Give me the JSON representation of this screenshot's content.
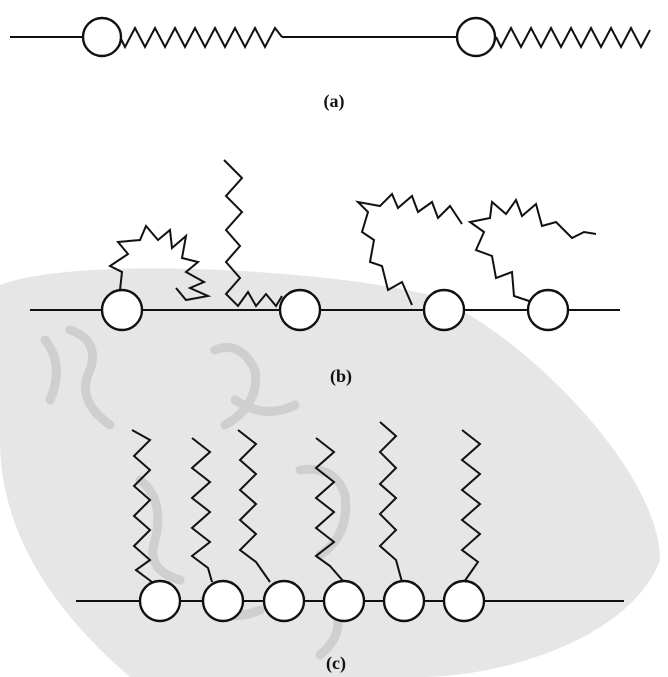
{
  "panels": [
    {
      "id": "a",
      "label": "(a)"
    },
    {
      "id": "b",
      "label": "(b)"
    },
    {
      "id": "c",
      "label": "(c)"
    }
  ],
  "colors": {
    "ink": "#111111",
    "watermark": "#e6e6e6",
    "background": "#ffffff"
  }
}
